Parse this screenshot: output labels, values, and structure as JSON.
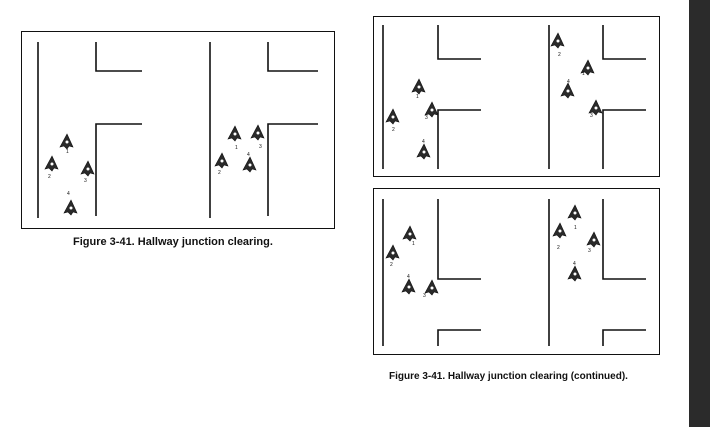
{
  "figures": [
    {
      "caption": "Figure 3-41. Hallway junction clearing."
    },
    {
      "caption": "Figure 3-41. Hallway junction clearing (continued)."
    }
  ],
  "team_labels": [
    "1",
    "2",
    "3",
    "4"
  ],
  "colors": {
    "ink": "#111111",
    "side_bar": "#2b2b2b",
    "background": "#ffffff"
  }
}
